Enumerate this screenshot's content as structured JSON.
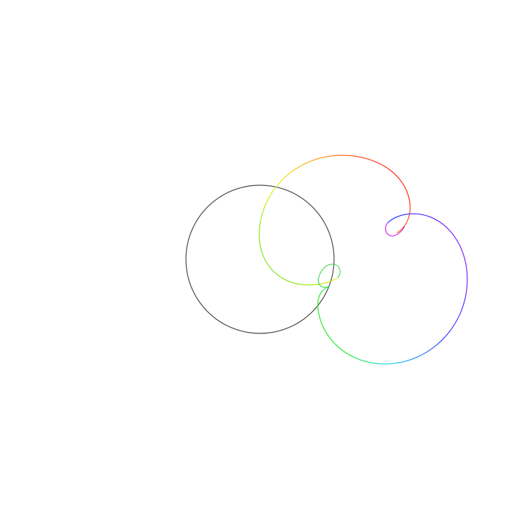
{
  "figure": {
    "description_kind": "single continuous curve drawn with a rainbow color gradient",
    "background_color": "#ffffff",
    "circle_color": "#4a4a4a",
    "gradient_stops": [
      {
        "name": "red",
        "color": "#ff1a1a"
      },
      {
        "name": "orange",
        "color": "#ff9a1a"
      },
      {
        "name": "yellow",
        "color": "#e8f21a"
      },
      {
        "name": "green",
        "color": "#2ee82e"
      },
      {
        "name": "cyan",
        "color": "#1ad8f0"
      },
      {
        "name": "blue",
        "color": "#2040ff"
      },
      {
        "name": "violet",
        "color": "#8a1aff"
      },
      {
        "name": "magenta",
        "color": "#ff1ad0"
      }
    ]
  }
}
